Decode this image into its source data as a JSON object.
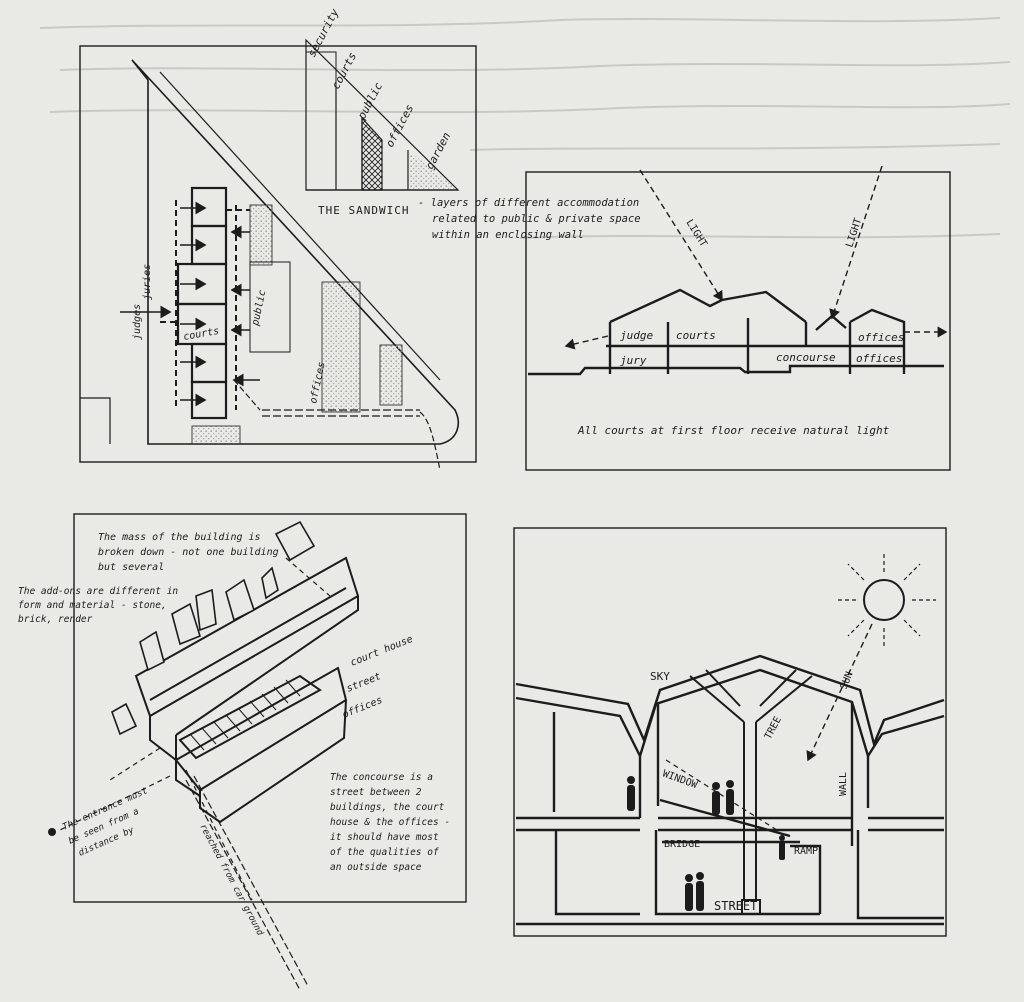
{
  "colors": {
    "paper": "#e9e9e6",
    "ink": "#1c1c1c",
    "stipple": "#9a9a95"
  },
  "panel_site_plan": {
    "sandwich_layers": [
      "security",
      "courts",
      "public",
      "offices",
      "garden"
    ],
    "sandwich_title": "THE SANDWICH",
    "sandwich_caption": [
      "- layers of different accommodation",
      "related to public & private space",
      "within an enclosing wall"
    ],
    "labels": {
      "judges": "judges",
      "juries": "juries",
      "courts": "courts",
      "public": "public",
      "offices": "offices"
    }
  },
  "panel_section_light": {
    "light_left": "LIGHT",
    "light_right": "LIGHT",
    "rooms": {
      "judge": "judge",
      "courts": "courts",
      "jury": "jury",
      "concourse": "concourse",
      "offices_upper": "offices",
      "offices_lower": "offices"
    },
    "caption": "All courts at first floor receive natural light"
  },
  "panel_axonometric": {
    "note_mass": [
      "The mass of the building is",
      "broken down - not one building",
      "but several"
    ],
    "note_addons": [
      "The add-ons are different in",
      "form and material - stone,",
      "brick, render"
    ],
    "labels": {
      "court_house": "court house",
      "street": "street",
      "offices": "offices"
    },
    "note_concourse": [
      "The concourse is a",
      "street between 2",
      "buildings, the court",
      "house & the offices -",
      "it should have most",
      "of the qualities of",
      "an outside space"
    ],
    "note_entrance": [
      "The entrance must",
      "be seen from a",
      "distance by"
    ],
    "note_reached": "reached from car ground"
  },
  "panel_section_street": {
    "labels": {
      "sky": "SKY",
      "sun": "SUN",
      "tree": "TREE",
      "wall": "WALL",
      "window": "WINDOW",
      "bridge": "BRIDGE",
      "ramp": "RAMP",
      "street": "STREET"
    }
  }
}
